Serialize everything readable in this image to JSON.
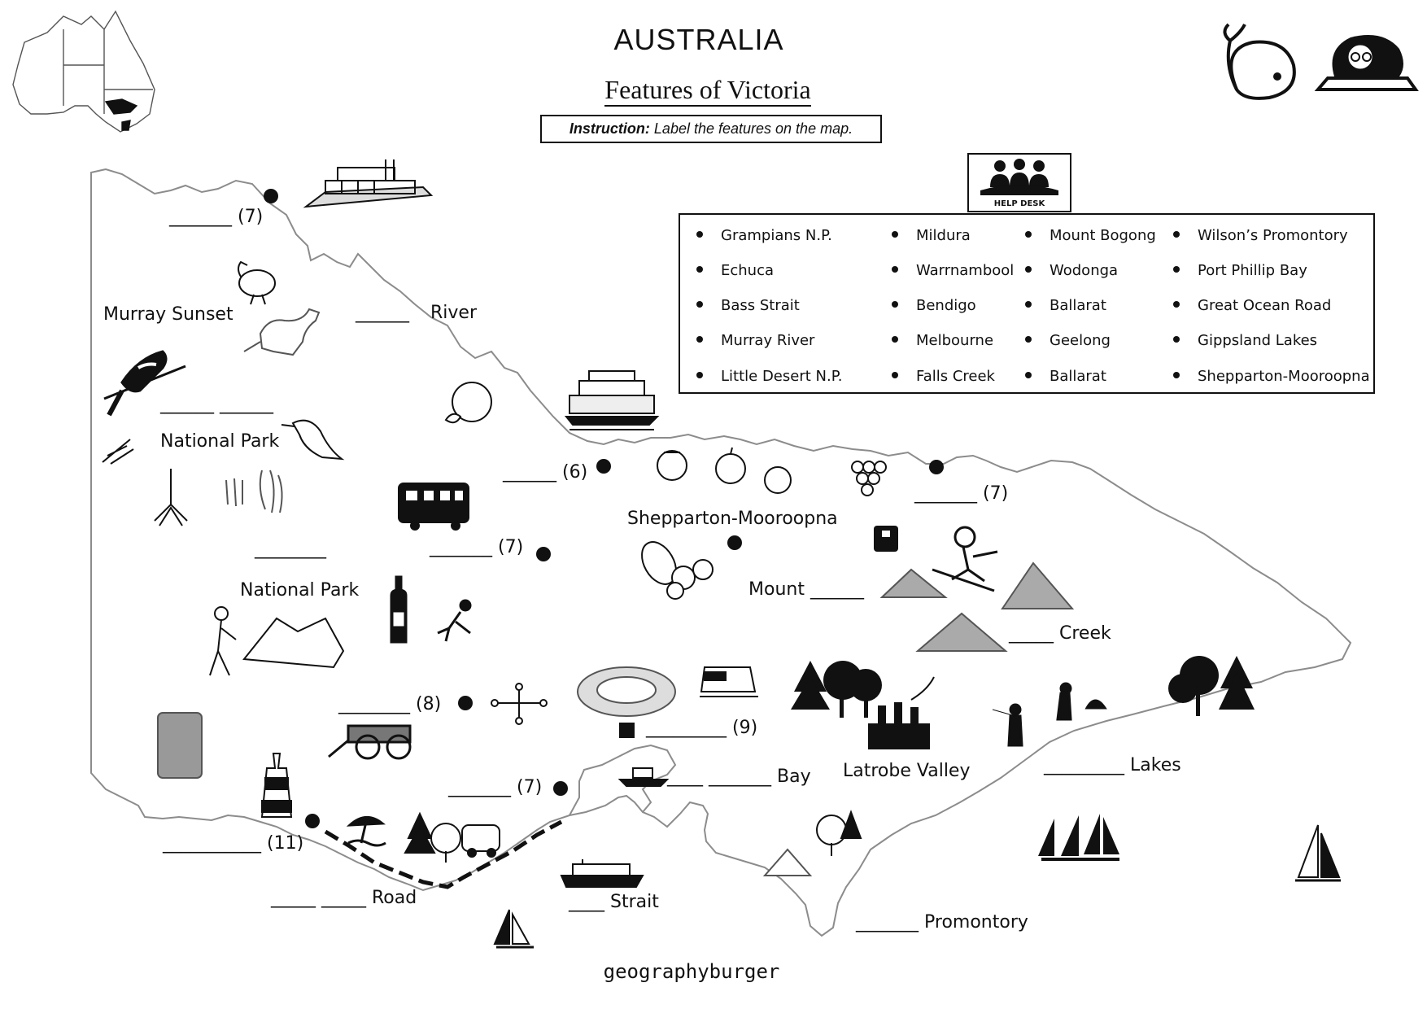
{
  "header": {
    "title": "AUSTRALIA",
    "subtitle": "Features of Victoria",
    "instruction_label": "Instruction:",
    "instruction_text": "Label the features on the map."
  },
  "help_desk": {
    "label": "HELP DESK"
  },
  "word_bank": {
    "columns": [
      [
        "Grampians N.P.",
        "Echuca",
        "Bass Strait",
        "Murray River",
        "Little Desert N.P."
      ],
      [
        "Mildura",
        "Warrnambool",
        "Bendigo",
        "Melbourne",
        "Falls Creek"
      ],
      [
        "Mount Bogong",
        "Wodonga",
        "Ballarat",
        "Geelong",
        "Ballarat"
      ],
      [
        "Wilson’s Promontory",
        "Port Phillip Bay",
        "Great Ocean Road",
        "Gippsland Lakes",
        "Shepparton-Mooroopna"
      ]
    ]
  },
  "map_labels": {
    "mildura_blank": "_______ (7)",
    "murray_sunset": "Murray Sunset",
    "river_blank": "______",
    "river": "River",
    "np_blank": "______ ______",
    "national_park_1": "National Park",
    "echuca_blank": "______ (6)",
    "wodonga_blank": "_______ (7)",
    "shepparton": "Shepparton-Mooroopna",
    "blank_8": "________",
    "bendigo_blank": "_______ (7)",
    "mount": "Mount",
    "mount_blank": "______",
    "national_park_2": "National Park",
    "creek_blank": "_____",
    "creek": "Creek",
    "ballarat_blank": "________ (8)",
    "melbourne_blank": "_________ (9)",
    "latrobe_valley": "Latrobe Valley",
    "lakes_blank": "_________",
    "lakes": "Lakes",
    "geelong_blank": "_______ (7)",
    "bay_blank": "____ _______",
    "bay": "Bay",
    "warrnambool_blank": "___________ (11)",
    "road_blank": "_____ _____",
    "road": "Road",
    "strait_blank": "____",
    "strait": "Strait",
    "promontory_blank": "_______",
    "promontory": "Promontory"
  },
  "footer": {
    "credit": "geographyburger"
  },
  "colors": {
    "ink": "#111111",
    "outline": "#9a9a9a",
    "paper": "#ffffff"
  }
}
